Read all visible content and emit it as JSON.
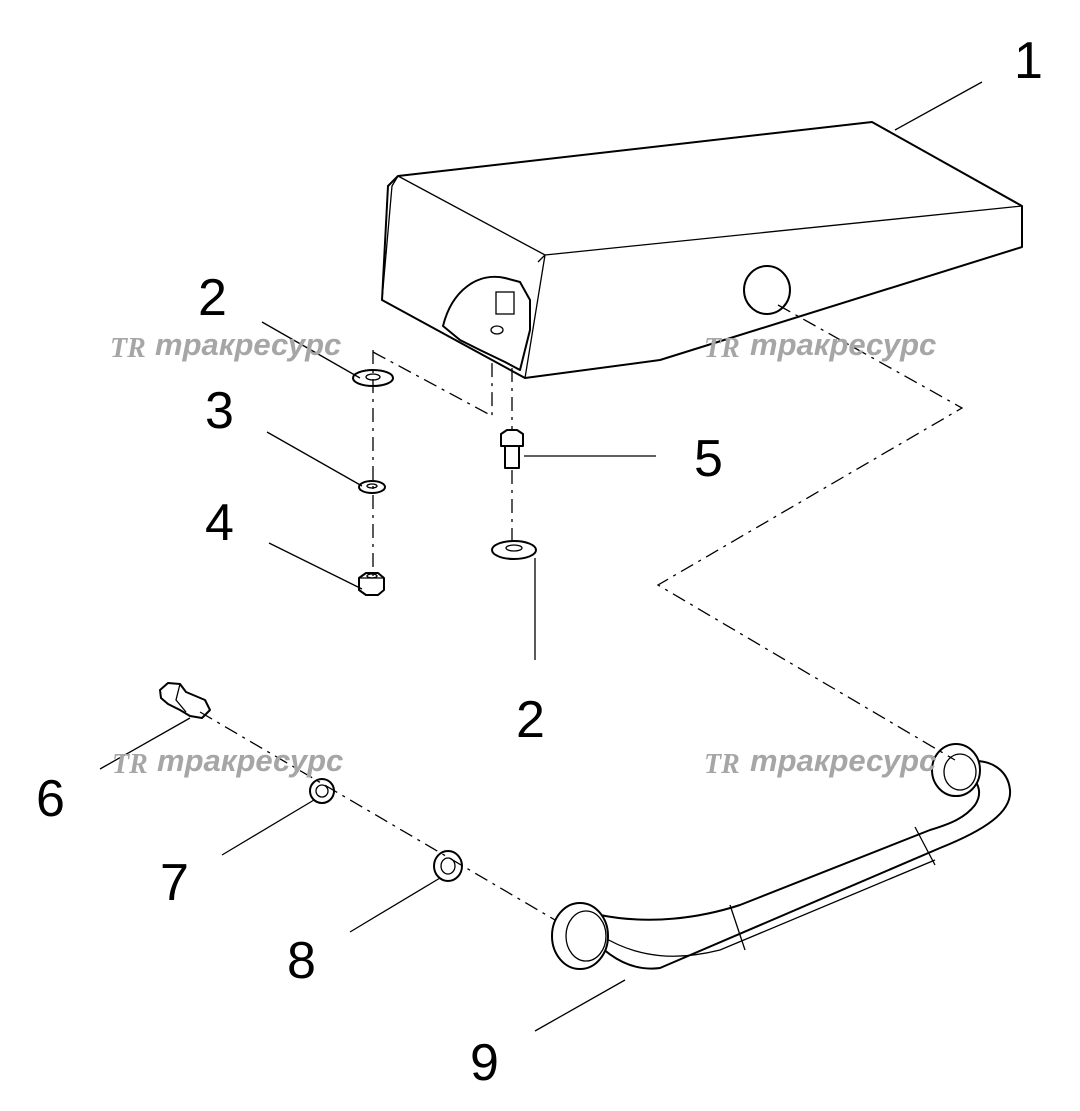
{
  "watermark": {
    "logo": "TR",
    "text": "тракресурс"
  },
  "callouts": [
    "1",
    "2",
    "3",
    "4",
    "5",
    "2",
    "6",
    "7",
    "8",
    "9"
  ],
  "colors": {
    "line": "#000000",
    "watermark": "#a6a6a6",
    "background": "#ffffff"
  }
}
